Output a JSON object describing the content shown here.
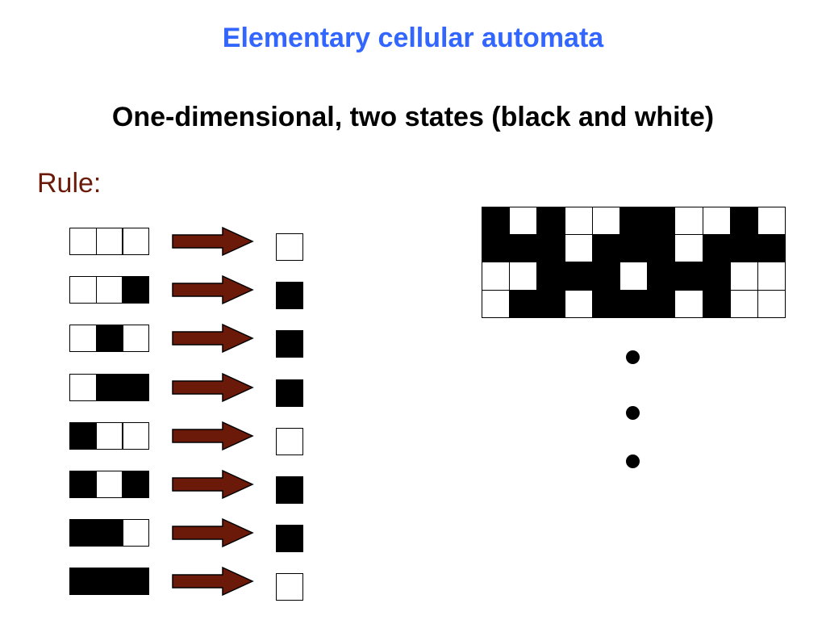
{
  "title": "Elementary cellular automata",
  "subtitle": "One-dimensional, two states (black and white)",
  "rule_label": "Rule:",
  "colors": {
    "title": "#3366ff",
    "rule_label": "#6b1a0a",
    "arrow": "#6b1a0a",
    "cell_on": "#000000",
    "cell_off": "#ffffff"
  },
  "rules": [
    {
      "pattern": [
        0,
        0,
        0
      ],
      "output": 0
    },
    {
      "pattern": [
        0,
        0,
        1
      ],
      "output": 1
    },
    {
      "pattern": [
        0,
        1,
        0
      ],
      "output": 1
    },
    {
      "pattern": [
        0,
        1,
        1
      ],
      "output": 1
    },
    {
      "pattern": [
        1,
        0,
        0
      ],
      "output": 0
    },
    {
      "pattern": [
        1,
        0,
        1
      ],
      "output": 1
    },
    {
      "pattern": [
        1,
        1,
        0
      ],
      "output": 1
    },
    {
      "pattern": [
        1,
        1,
        1
      ],
      "output": 0
    }
  ],
  "evolution": [
    [
      1,
      0,
      1,
      0,
      0,
      1,
      1,
      0,
      0,
      1,
      0
    ],
    [
      1,
      1,
      1,
      0,
      1,
      1,
      1,
      0,
      1,
      1,
      1
    ],
    [
      0,
      0,
      1,
      1,
      1,
      0,
      1,
      1,
      1,
      0,
      0
    ],
    [
      0,
      1,
      1,
      0,
      1,
      1,
      1,
      0,
      1,
      0,
      0
    ]
  ],
  "continuation": "ellipsis-dots"
}
